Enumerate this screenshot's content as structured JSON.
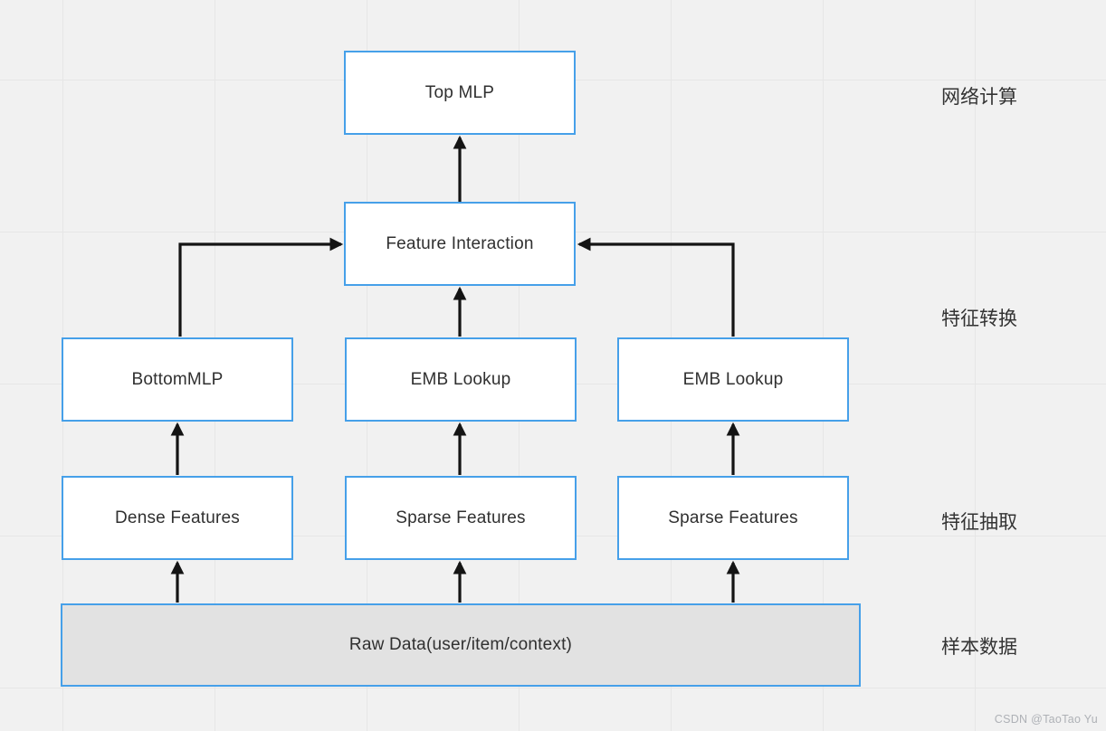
{
  "diagram": {
    "nodes": {
      "top_mlp": {
        "label": "Top MLP"
      },
      "feature_interaction": {
        "label": "Feature Interaction"
      },
      "bottom_mlp": {
        "label": "BottomMLP"
      },
      "emb_lookup_center": {
        "label": "EMB Lookup"
      },
      "emb_lookup_right": {
        "label": "EMB Lookup"
      },
      "dense_features": {
        "label": "Dense Features"
      },
      "sparse_features_center": {
        "label": "Sparse Features"
      },
      "sparse_features_right": {
        "label": "Sparse Features"
      },
      "raw_data": {
        "label": "Raw Data(user/item/context)"
      }
    },
    "stage_labels": [
      {
        "label": "网络计算"
      },
      {
        "label": "特征转换"
      },
      {
        "label": "特征抽取"
      },
      {
        "label": "样本数据"
      }
    ],
    "edges": [
      {
        "from": "feature_interaction",
        "to": "top_mlp"
      },
      {
        "from": "bottom_mlp",
        "to": "feature_interaction"
      },
      {
        "from": "emb_lookup_center",
        "to": "feature_interaction"
      },
      {
        "from": "emb_lookup_right",
        "to": "feature_interaction"
      },
      {
        "from": "dense_features",
        "to": "bottom_mlp"
      },
      {
        "from": "sparse_features_center",
        "to": "emb_lookup_center"
      },
      {
        "from": "sparse_features_right",
        "to": "emb_lookup_right"
      },
      {
        "from": "raw_data",
        "to": "dense_features"
      },
      {
        "from": "raw_data",
        "to": "sparse_features_center"
      },
      {
        "from": "raw_data",
        "to": "sparse_features_right"
      }
    ],
    "colors": {
      "node_border": "#46a0e9",
      "node_fill": "#ffffff",
      "raw_data_fill": "#e2e2e2",
      "arrow": "#141414",
      "canvas_bg": "#f1f1f1",
      "grid_line": "#e6e6e6",
      "text": "#303030",
      "watermark": "#aeb1b6"
    }
  },
  "watermark": {
    "text": "CSDN @TaoTao Yu"
  }
}
